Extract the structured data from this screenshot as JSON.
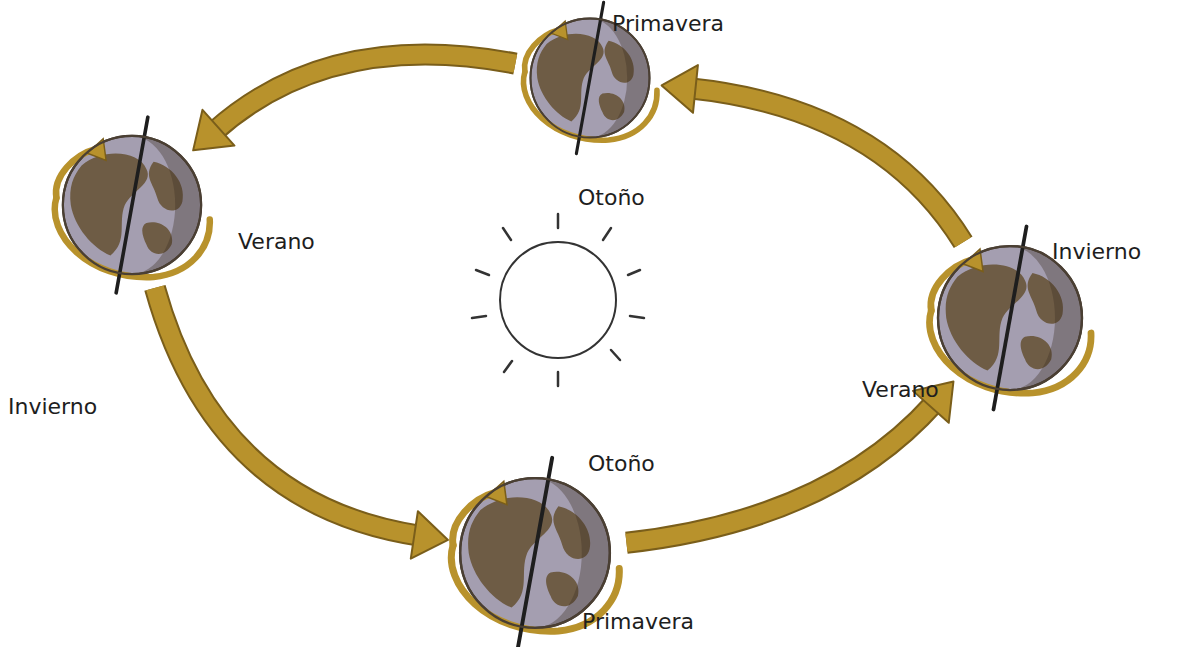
{
  "diagram": {
    "nodes": [
      {
        "text": [
          "Primavera",
          "Otoño"
        ]
      },
      {
        "text": [
          "Verano",
          "Invierno"
        ]
      },
      {
        "text": [
          "Invierno",
          "Verano"
        ]
      },
      {
        "text": [
          "Otoño",
          "Primavera"
        ]
      }
    ],
    "edges": [
      {
        "from": 0,
        "to": 1,
        "arrow": "to"
      },
      {
        "from": 1,
        "to": 3,
        "arrow": "to"
      },
      {
        "from": 3,
        "to": 2,
        "arrow": "to"
      },
      {
        "from": 2,
        "to": 0,
        "arrow": "to"
      }
    ]
  }
}
